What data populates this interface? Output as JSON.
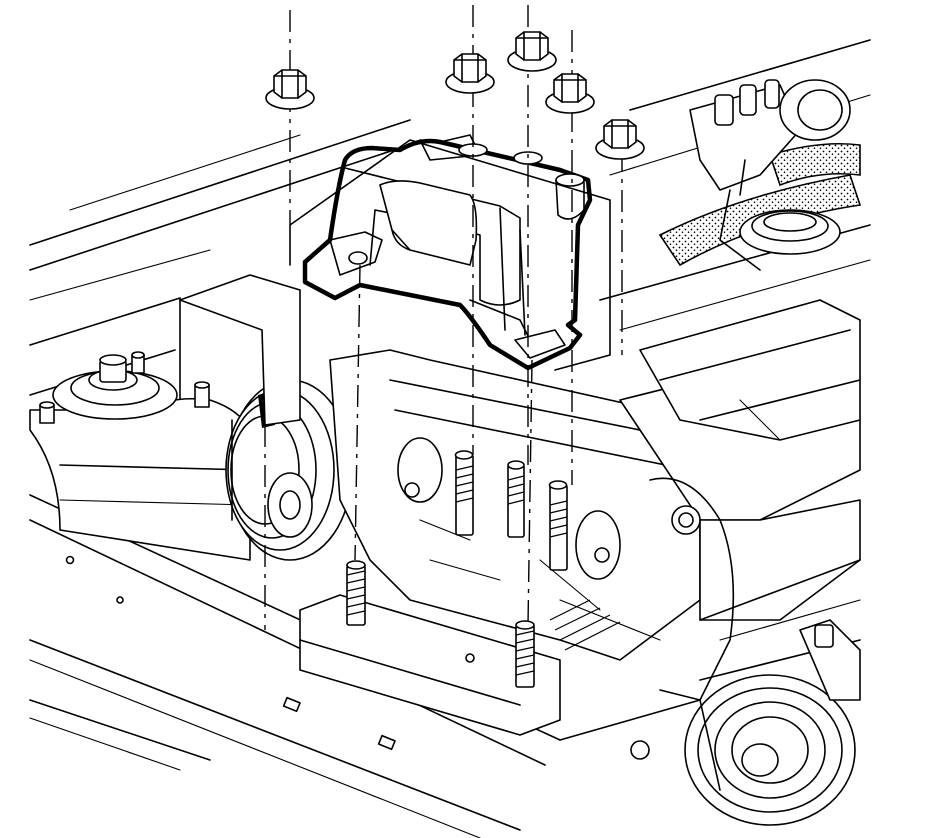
{
  "diagram": {
    "components": {
      "mount_bracket": "engine-mount-bracket",
      "nuts": [
        "nut-1",
        "nut-2",
        "nut-3",
        "nut-4",
        "nut-5"
      ],
      "studs": [
        "stud-1",
        "stud-2",
        "stud-3",
        "stud-4",
        "stud-5"
      ]
    },
    "colors": {
      "line": "#000000",
      "background": "#ffffff"
    }
  }
}
